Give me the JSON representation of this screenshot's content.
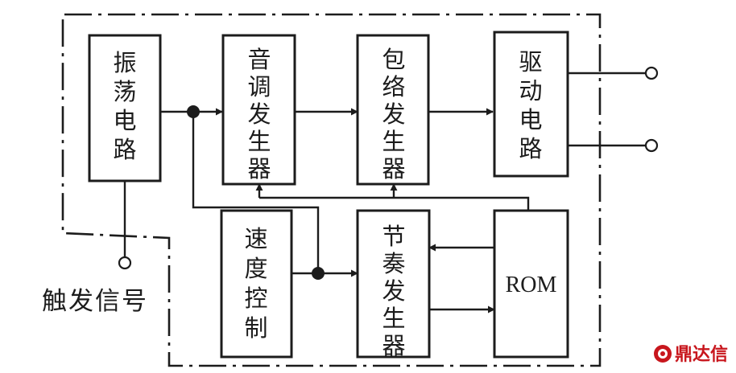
{
  "blocks": {
    "oscillator": "振荡电路",
    "tone_generator": "音调发生器",
    "envelope_generator": "包络发生器",
    "driver": "驱动电路",
    "speed_control": "速度控制",
    "rhythm_generator": "节奏发生器",
    "rom": "ROM"
  },
  "labels": {
    "trigger_signal": "触发信号"
  },
  "watermark": {
    "text": "鼎达信",
    "color": "#c8161d"
  }
}
